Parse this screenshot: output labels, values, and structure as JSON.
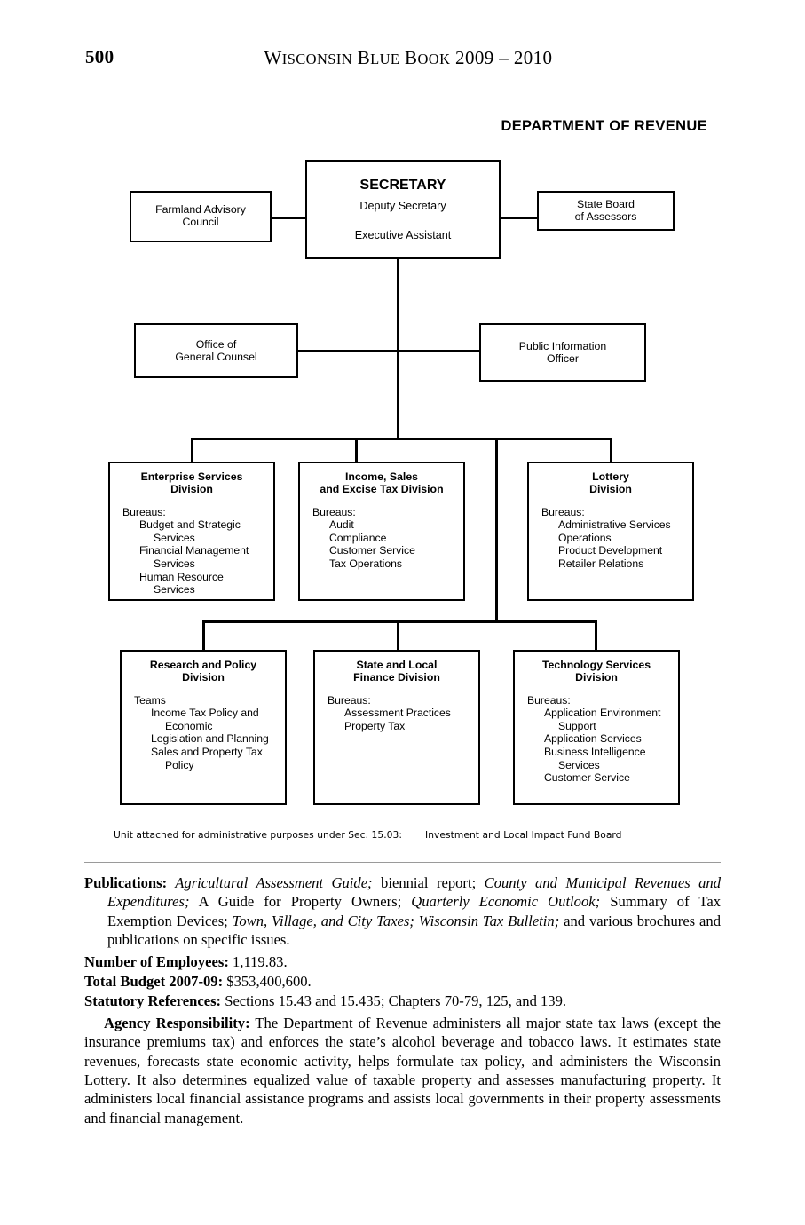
{
  "running_head": {
    "page_number": "500",
    "title_parts": [
      {
        "t": "W",
        "sc": false
      },
      {
        "t": "ISCONSIN",
        "sc": true
      },
      {
        "t": " B",
        "sc": false
      },
      {
        "t": "LUE",
        "sc": true
      },
      {
        "t": " B",
        "sc": false
      },
      {
        "t": "OOK",
        "sc": true
      },
      {
        "t": " 2009 – 2010",
        "sc": false
      }
    ],
    "title_plain": "Wisconsin Blue Book 2009 – 2010"
  },
  "org_chart": {
    "department_title": "DEPARTMENT OF REVENUE",
    "secretary": {
      "title": "SECRETARY",
      "line2": "Deputy Secretary",
      "line3": "Executive Assistant"
    },
    "farmland_council": {
      "line1": "Farmland Advisory",
      "line2": "Council"
    },
    "state_board": {
      "line1": "State Board",
      "line2": "of Assessors"
    },
    "general_counsel": {
      "line1": "Office of",
      "line2": "General Counsel"
    },
    "public_information": {
      "line1": "Public Information",
      "line2": "Officer"
    },
    "divisions": [
      {
        "name": "enterprise-services",
        "heading_line1": "Enterprise Services",
        "heading_line2": "Division",
        "list_label": "Bureaus:",
        "items": [
          {
            "main": "Budget and Strategic",
            "cont": "Services"
          },
          {
            "main": "Financial Management",
            "cont": "Services"
          },
          {
            "main": "Human Resource",
            "cont": "Services"
          }
        ]
      },
      {
        "name": "income-sales-excise-tax",
        "heading_line1": "Income, Sales",
        "heading_line2": "and Excise Tax Division",
        "list_label": "Bureaus:",
        "items": [
          {
            "main": "Audit",
            "cont": ""
          },
          {
            "main": "Compliance",
            "cont": ""
          },
          {
            "main": "Customer Service",
            "cont": ""
          },
          {
            "main": "Tax Operations",
            "cont": ""
          }
        ]
      },
      {
        "name": "lottery",
        "heading_line1": "Lottery",
        "heading_line2": "Division",
        "list_label": "Bureaus:",
        "items": [
          {
            "main": "Administrative Services",
            "cont": ""
          },
          {
            "main": "Operations",
            "cont": ""
          },
          {
            "main": "Product Development",
            "cont": ""
          },
          {
            "main": "Retailer Relations",
            "cont": ""
          }
        ]
      },
      {
        "name": "research-and-policy",
        "heading_line1": "Research and Policy",
        "heading_line2": "Division",
        "list_label": "Teams",
        "items": [
          {
            "main": "Income Tax Policy and",
            "cont": "Economic"
          },
          {
            "main": "Legislation and Planning",
            "cont": ""
          },
          {
            "main": "Sales and Property Tax",
            "cont": "Policy"
          }
        ]
      },
      {
        "name": "state-and-local-finance",
        "heading_line1": "State and Local",
        "heading_line2": "Finance Division",
        "list_label": "Bureaus:",
        "items": [
          {
            "main": "Assessment Practices",
            "cont": ""
          },
          {
            "main": "Property Tax",
            "cont": ""
          }
        ]
      },
      {
        "name": "technology-services",
        "heading_line1": "Technology Services",
        "heading_line2": "Division",
        "list_label": "Bureaus:",
        "items": [
          {
            "main": "Application Environment",
            "cont": "Support"
          },
          {
            "main": "Application Services",
            "cont": ""
          },
          {
            "main": "Business Intelligence",
            "cont": "Services"
          },
          {
            "main": "Customer Service",
            "cont": ""
          }
        ]
      }
    ],
    "footnote": {
      "label": "Unit attached for administrative purposes under Sec. 15.03:",
      "value": "Investment and Local Impact Fund Board"
    }
  },
  "body": {
    "publications": {
      "label": "Publications:",
      "segments": [
        {
          "text": " Agricultural Assessment Guide;",
          "italic": true
        },
        {
          "text": " biennial report; ",
          "italic": false
        },
        {
          "text": "County and Municipal Revenues and Expenditures;",
          "italic": true
        },
        {
          "text": " A Guide for Property Owners; ",
          "italic": false
        },
        {
          "text": "Quarterly Economic Outlook;",
          "italic": true
        },
        {
          "text": " Summary of Tax Exemption Devices; ",
          "italic": false
        },
        {
          "text": "Town, Village, and City Taxes; Wisconsin Tax Bulletin;",
          "italic": true
        },
        {
          "text": " and various brochures and publications on specific issues.",
          "italic": false
        }
      ]
    },
    "employees": {
      "label": "Number of Employees:",
      "value": " 1,119.83."
    },
    "budget": {
      "label": "Total Budget 2007-09:",
      "value": " $353,400,600."
    },
    "statutory": {
      "label": "Statutory References:",
      "value": " Sections 15.43 and 15.435; Chapters 70-79, 125, and 139."
    },
    "agency": {
      "label": "Agency Responsibility:",
      "value": " The Department of Revenue administers all major state tax laws (except the insurance premiums tax) and enforces the state’s alcohol beverage and tobacco laws. It estimates state revenues, forecasts state economic activity, helps formulate tax policy, and administers the Wisconsin Lottery.  It also determines equalized value of taxable property and assesses manufacturing property.  It administers local financial assistance programs and assists local governments in their property assessments and financial management."
    }
  }
}
